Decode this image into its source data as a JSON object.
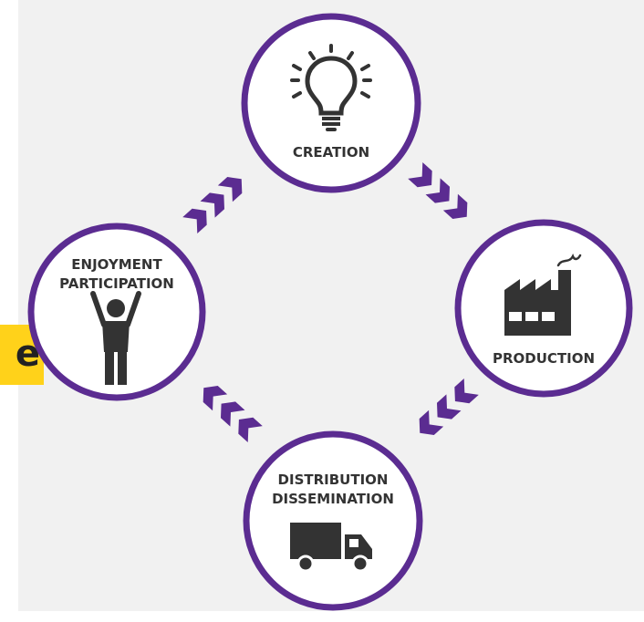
{
  "colors": {
    "accent": "#5b2c91",
    "icon": "#333333",
    "panel": "#f1f1f1",
    "highlight": "#ffd21a"
  },
  "highlight": {
    "text": "e"
  },
  "nodes": {
    "creation": {
      "label": "CREATION",
      "icon": "lightbulb-icon"
    },
    "production": {
      "label": "PRODUCTION",
      "icon": "factory-icon"
    },
    "distribution": {
      "line1": "DISTRIBUTION",
      "line2": "DISSEMINATION",
      "icon": "truck-icon"
    },
    "enjoyment": {
      "line1": "ENJOYMENT",
      "line2": "PARTICIPATION",
      "icon": "person-raising-arms-icon"
    }
  },
  "flow": [
    "creation",
    "production",
    "distribution",
    "enjoyment",
    "creation"
  ]
}
